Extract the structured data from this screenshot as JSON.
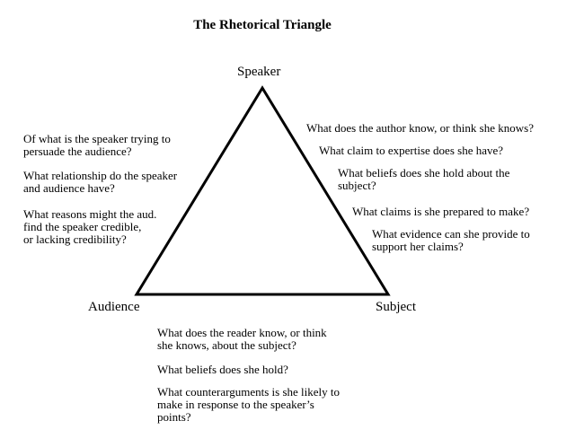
{
  "title": "The Rhetorical Triangle",
  "vertices": {
    "speaker": "Speaker",
    "audience": "Audience",
    "subject": "Subject"
  },
  "audience_questions": [
    [
      "Of what is the speaker trying to",
      "persuade the audience?"
    ],
    [
      "What relationship do the speaker",
      "and audience have?"
    ],
    [
      "What reasons might the aud.",
      "find the speaker credible,",
      "or lacking credibility?"
    ]
  ],
  "speaker_questions": [
    [
      "What does the author know, or think she knows?"
    ],
    [
      "What claim to expertise does she have?"
    ],
    [
      "What beliefs does she hold about the",
      "subject?"
    ],
    [
      "What claims is she prepared to make?"
    ],
    [
      "What evidence can she provide to",
      "support her claims?"
    ]
  ],
  "subject_questions": [
    [
      "What does the reader know, or think",
      "she knows, about the subject?"
    ],
    [
      "What beliefs does she hold?"
    ],
    [
      "What counterarguments is she likely to",
      "make in response to the speaker’s",
      "points?"
    ]
  ]
}
